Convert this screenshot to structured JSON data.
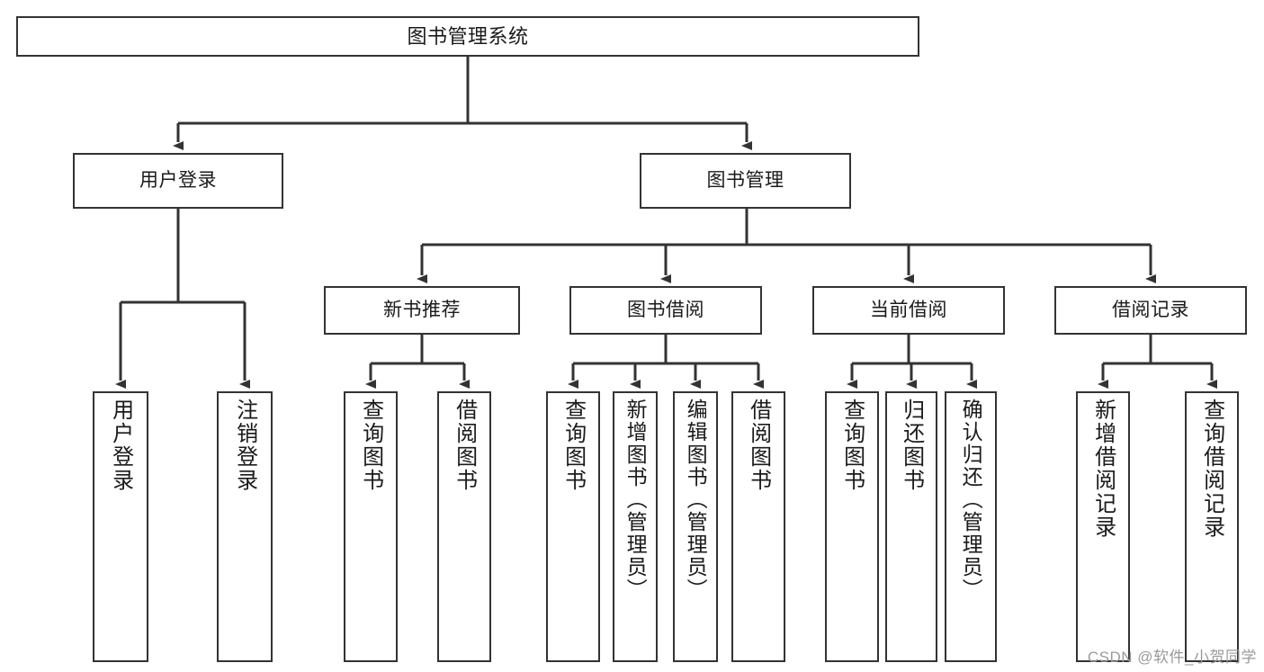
{
  "diagram": {
    "title": "图书管理系统",
    "type": "tree",
    "watermark": "CSDN @软件_小贺同学",
    "stroke_color": "#333333",
    "fill_color": "#ffffff",
    "text_color": "#1a1a1a"
  },
  "nodes": {
    "root": {
      "label": "图书管理系统"
    },
    "level2": [
      {
        "label": "用户登录"
      },
      {
        "label": "图书管理"
      }
    ],
    "level3": [
      {
        "label": "新书推荐"
      },
      {
        "label": "图书借阅"
      },
      {
        "label": "当前借阅"
      },
      {
        "label": "借阅记录"
      }
    ],
    "leaves": [
      {
        "label": "用户登录"
      },
      {
        "label": "注销登录"
      },
      {
        "label": "查询图书"
      },
      {
        "label": "借阅图书"
      },
      {
        "label": "查询图书"
      },
      {
        "label": "新增图书（管理员）"
      },
      {
        "label": "编辑图书（管理员）"
      },
      {
        "label": "借阅图书"
      },
      {
        "label": "查询图书"
      },
      {
        "label": "归还图书"
      },
      {
        "label": "确认归还（管理员）"
      },
      {
        "label": "新增借阅记录"
      },
      {
        "label": "查询借阅记录"
      }
    ]
  }
}
